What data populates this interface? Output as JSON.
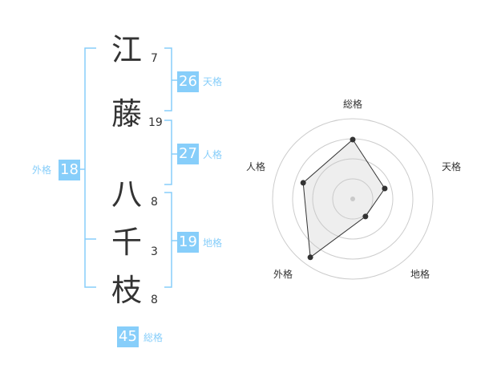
{
  "name": {
    "characters": [
      {
        "char": "江",
        "strokes": "7"
      },
      {
        "char": "藤",
        "strokes": "19"
      },
      {
        "char": "八",
        "strokes": "8"
      },
      {
        "char": "千",
        "strokes": "3"
      },
      {
        "char": "枝",
        "strokes": "8"
      }
    ]
  },
  "fortune": {
    "tenkaku": {
      "value": "26",
      "label": "天格"
    },
    "jinkaku": {
      "value": "27",
      "label": "人格"
    },
    "chikaku": {
      "value": "19",
      "label": "地格"
    },
    "gaikaku": {
      "value": "18",
      "label": "外格"
    },
    "soukaku": {
      "value": "45",
      "label": "総格"
    }
  },
  "colors": {
    "accent": "#87cefa",
    "text": "#333333",
    "ring": "#cccccc"
  },
  "chart_data": {
    "type": "radar",
    "axes": [
      "総格",
      "天格",
      "地格",
      "外格",
      "人格"
    ],
    "values": [
      0.74,
      0.42,
      0.27,
      0.9,
      0.65
    ],
    "max": 1,
    "rings": 4
  }
}
